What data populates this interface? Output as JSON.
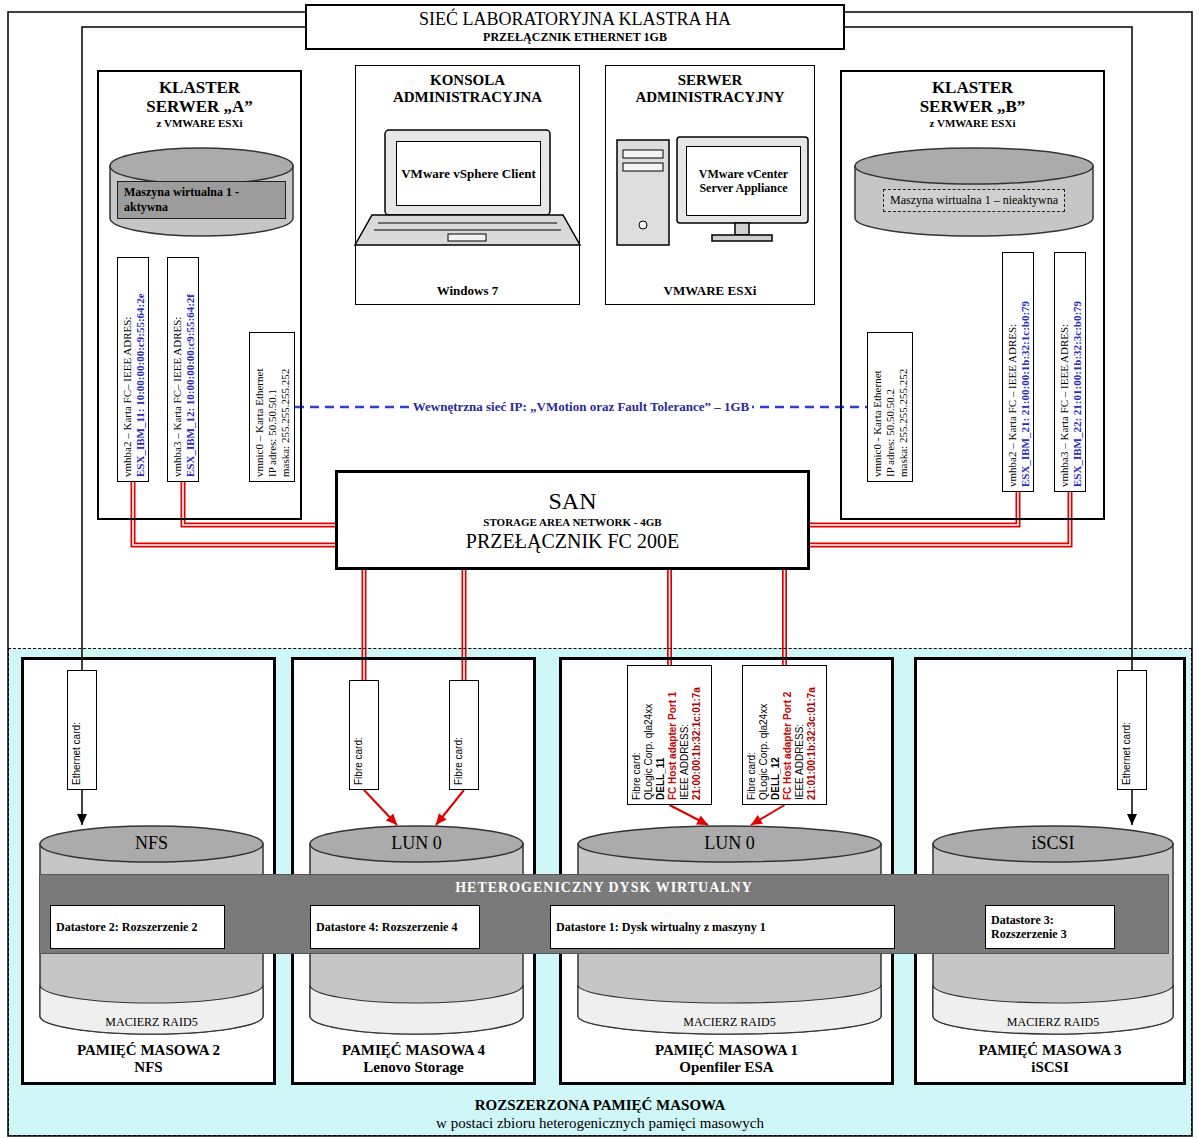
{
  "diagram": {
    "nodes": [
      {
        "text": [
          "SIEĆ LABORATORYJNA KLASTRA HA",
          "PRZEŁĄCZNIK ETHERNET 1GB"
        ]
      },
      {
        "text": [
          "KLASTER SERWER „A”",
          "z VMWARE ESXi"
        ]
      },
      {
        "text": [
          "Maszyna wirtualna 1 - aktywna"
        ],
        "in": 1
      },
      {
        "text": [
          "vmhba2 – Karta FC– IEEE ADRES:",
          "ESX_IBM_11: 10:00:00:00:c9:55:64:2e"
        ],
        "in": 1
      },
      {
        "text": [
          "vmhba3 – Karta FC– IEEE ADRES:",
          "ESX_IBM_12: 10:00:00:00:c9:55:64:2f"
        ],
        "in": 1
      },
      {
        "text": [
          "vmnic0 – Karta Ethernet",
          "IP adres: 50.50.50.1",
          "maska: 255.255.255.252"
        ],
        "in": 1
      },
      {
        "text": [
          "KONSOLA ADMINISTRACYJNA",
          "Windows 7"
        ]
      },
      {
        "text": [
          "VMware vSphere Client"
        ],
        "in": 6
      },
      {
        "text": [
          "SERWER ADMINISTRACYJNY",
          "VMWARE ESXi"
        ]
      },
      {
        "text": [
          "VMware vCenter Server Appliance"
        ],
        "in": 8
      },
      {
        "text": [
          "KLASTER SERWER „B”",
          "z VMWARE ESXi"
        ]
      },
      {
        "text": [
          "Maszyna wirtualna 1 – nieaktywna"
        ],
        "in": 10
      },
      {
        "text": [
          "vmnic0 - Karta Ethernet",
          "IP adres: 50.50.50.2",
          "maska: 255.255.255.252"
        ],
        "in": 10
      },
      {
        "text": [
          "vmhba2 – Karta FC – IEEE ADRES:",
          "ESX_IBM_21: 21:00:00:1b:32:1c:b0:79"
        ],
        "in": 10
      },
      {
        "text": [
          "vmhba3 – Karta FC – IEEE ADRES:",
          "ESX_IBM_22: 21:01:00:1b:32:3c:b0:79"
        ],
        "in": 10
      },
      {
        "text": [
          "SAN",
          "STORAGE AREA NETWORK - 4GB",
          "PRZEŁĄCZNIK FC 200E"
        ]
      },
      {
        "text": [
          "ROZSZERZONA PAMIĘĆ MASOWA",
          "w postaci zbioru heterogenicznych pamięci masowych"
        ]
      },
      {
        "text": [
          "PAMIĘĆ MASOWA 2 NFS"
        ],
        "in": 16
      },
      {
        "text": [
          "Ethernet card:"
        ],
        "in": 17
      },
      {
        "text": [
          "NFS",
          "MACIERZ RAID5"
        ],
        "in": 17
      },
      {
        "text": [
          "PAMIĘĆ MASOWA 4 Lenovo Storage"
        ],
        "in": 16
      },
      {
        "text": [
          "Fibre card:"
        ],
        "in": 20
      },
      {
        "text": [
          "Fibre card:"
        ],
        "in": 20
      },
      {
        "text": [
          "LUN 0"
        ],
        "in": 20
      },
      {
        "text": [
          "PAMIĘĆ MASOWA 1 Openfiler ESA"
        ],
        "in": 16
      },
      {
        "text": [
          "Fibre card:",
          "QLogic Corp. qla24xx",
          "DELL_11",
          "FC Host adapter Port 1",
          "IEEE ADDRESS:",
          "21:00:00:1b:32:1c:01:7a"
        ],
        "in": 24
      },
      {
        "text": [
          "Fibre card:",
          "QLogic Corp. qla24xx",
          "DELL_12",
          "FC Host adapter Port 2",
          "IEEE ADDRESS:",
          "21:01:00:1b:32:3c:01:7a"
        ],
        "in": 24
      },
      {
        "text": [
          "LUN 0",
          "MACIERZ RAID5"
        ],
        "in": 24
      },
      {
        "text": [
          "PAMIĘĆ MASOWA 3 iSCSI"
        ],
        "in": 16
      },
      {
        "text": [
          "Ethernet card:"
        ],
        "in": 28
      },
      {
        "text": [
          "iSCSI",
          "MACIERZ RAID5"
        ],
        "in": 28
      },
      {
        "text": [
          "HETEROGENICZNY DYSK WIRTUALNY"
        ],
        "in": 16
      },
      {
        "text": [
          "Datastore 2: Rozszerzenie 2"
        ],
        "in": 31
      },
      {
        "text": [
          "Datastore 4: Rozszerzenie 4"
        ],
        "in": 31
      },
      {
        "text": [
          "Datastore 1: Dysk wirtualny z maszyny 1"
        ],
        "in": 31
      },
      {
        "text": [
          "Datastore 3: Rozszerzenie 3"
        ],
        "in": 31
      }
    ],
    "edges": [
      {
        "from": 0,
        "to": 18,
        "arrow": "none"
      },
      {
        "from": 0,
        "to": 29,
        "arrow": "none"
      },
      {
        "from": 18,
        "to": 19,
        "arrow": "to"
      },
      {
        "from": 29,
        "to": 30,
        "arrow": "to"
      },
      {
        "from": 3,
        "to": 15,
        "arrow": "none"
      },
      {
        "from": 4,
        "to": 15,
        "arrow": "none"
      },
      {
        "from": 13,
        "to": 15,
        "arrow": "none"
      },
      {
        "from": 14,
        "to": 15,
        "arrow": "none"
      },
      {
        "from": 15,
        "to": 21,
        "arrow": "none"
      },
      {
        "from": 15,
        "to": 22,
        "arrow": "none"
      },
      {
        "from": 15,
        "to": 25,
        "arrow": "none"
      },
      {
        "from": 15,
        "to": 26,
        "arrow": "none"
      },
      {
        "from": 21,
        "to": 23,
        "arrow": "to"
      },
      {
        "from": 22,
        "to": 23,
        "arrow": "to"
      },
      {
        "from": 25,
        "to": 27,
        "arrow": "to"
      },
      {
        "from": 26,
        "to": 27,
        "arrow": "to"
      },
      {
        "from": 5,
        "to": 12,
        "label": "Wewnętrzna sieć IP: „VMotion oraz Fault Tolerance” – 1GB",
        "arrow": "none"
      }
    ]
  }
}
